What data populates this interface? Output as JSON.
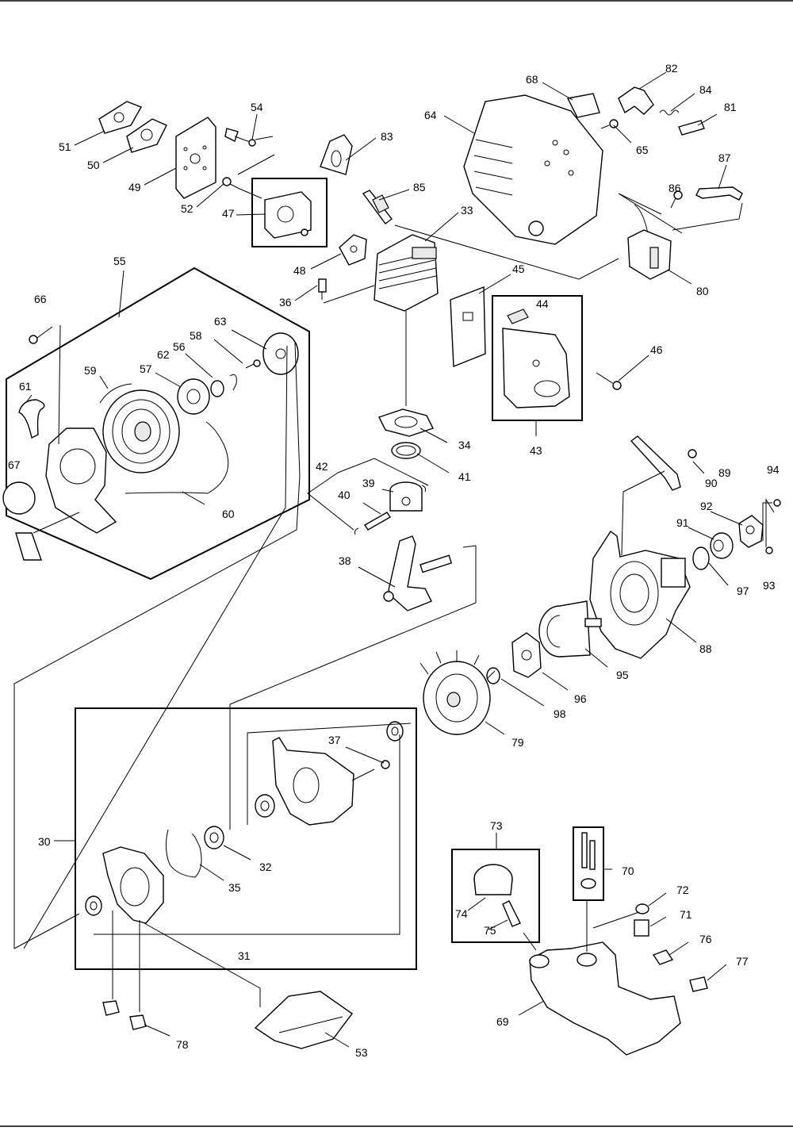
{
  "labels": {
    "l30": "30",
    "l31": "31",
    "l32": "32",
    "l33": "33",
    "l34": "34",
    "l35": "35",
    "l36": "36",
    "l37": "37",
    "l38": "38",
    "l39": "39",
    "l40": "40",
    "l41": "41",
    "l42": "42",
    "l43": "43",
    "l44": "44",
    "l45": "45",
    "l46": "46",
    "l47": "47",
    "l48": "48",
    "l49": "49",
    "l50": "50",
    "l51": "51",
    "l52": "52",
    "l53": "53",
    "l54": "54",
    "l55": "55",
    "l56": "56",
    "l57": "57",
    "l58": "58",
    "l59": "59",
    "l60": "60",
    "l61": "61",
    "l62": "62",
    "l63": "63",
    "l64": "64",
    "l65": "65",
    "l66": "66",
    "l67": "67",
    "l68": "68",
    "l69": "69",
    "l70": "70",
    "l71": "71",
    "l72": "72",
    "l73": "73",
    "l74": "74",
    "l75": "75",
    "l76": "76",
    "l77": "77",
    "l78": "78",
    "l79": "79",
    "l80": "80",
    "l81": "81",
    "l82": "82",
    "l83": "83",
    "l84": "84",
    "l85": "85",
    "l86": "86",
    "l87": "87",
    "l88": "88",
    "l89": "89",
    "l90": "90",
    "l91": "91",
    "l92": "92",
    "l93": "93",
    "l94": "94",
    "l95": "95",
    "l96": "96",
    "l97": "97",
    "l98": "98"
  }
}
